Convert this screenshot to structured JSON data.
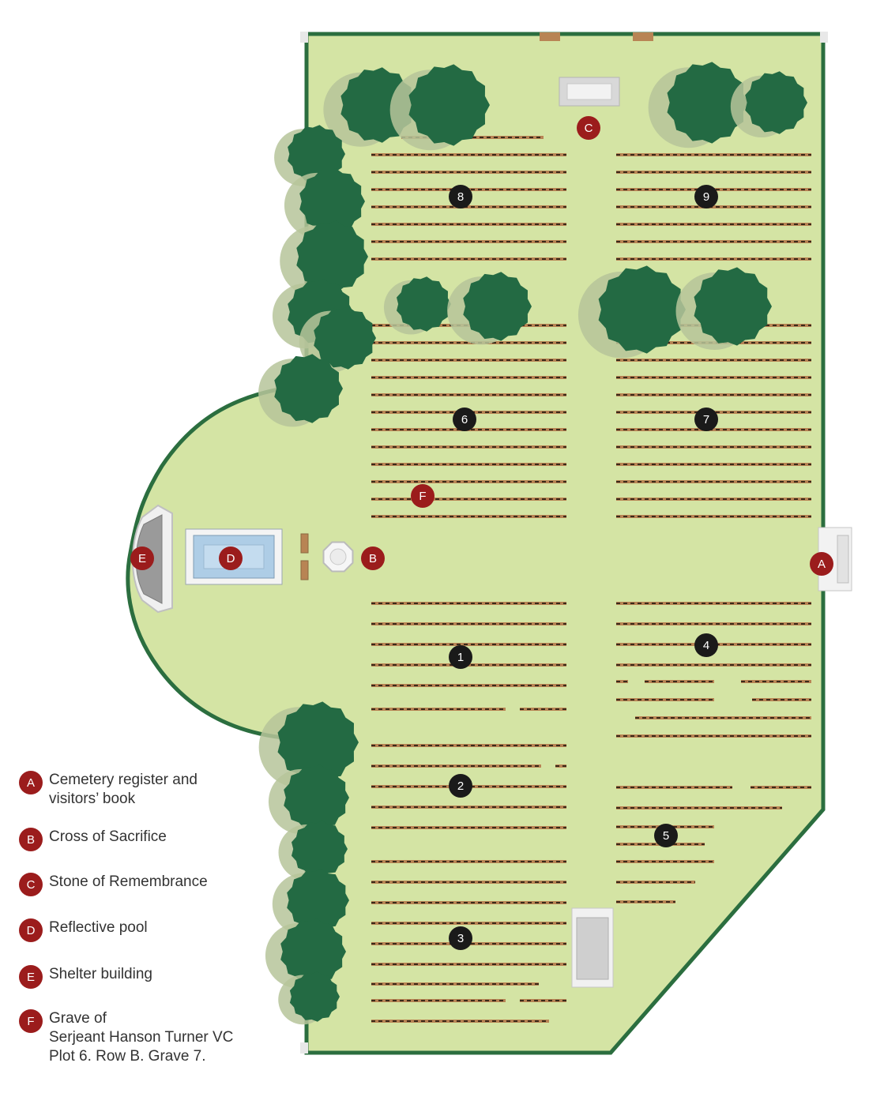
{
  "colors": {
    "lawn": "#d4e4a4",
    "hedge": "#2b6e3f",
    "tree": "#236a43",
    "tree_shadow": "#b6c49a",
    "grave_row": "#b88454",
    "marker_red": "#9b1c1c",
    "marker_black": "#1a1a1a",
    "pool_water": "#aecde6",
    "shelter": "#9a9a9a"
  },
  "plots": [
    "1",
    "2",
    "3",
    "4",
    "5",
    "6",
    "7",
    "8",
    "9"
  ],
  "features": {
    "A": {
      "letter": "A",
      "icon": "register-box-icon"
    },
    "B": {
      "letter": "B",
      "icon": "cross-of-sacrifice-icon"
    },
    "C": {
      "letter": "C",
      "icon": "stone-of-remembrance-icon"
    },
    "D": {
      "letter": "D",
      "icon": "reflective-pool-icon"
    },
    "E": {
      "letter": "E",
      "icon": "shelter-building-icon"
    },
    "F": {
      "letter": "F",
      "icon": "grave-marker-icon"
    }
  },
  "legend": [
    {
      "letter": "A",
      "lines": [
        "Cemetery register and",
        "visitors’ book"
      ]
    },
    {
      "letter": "B",
      "lines": [
        "Cross of Sacrifice"
      ]
    },
    {
      "letter": "C",
      "lines": [
        "Stone of Remembrance"
      ]
    },
    {
      "letter": "D",
      "lines": [
        "Reflective pool"
      ]
    },
    {
      "letter": "E",
      "lines": [
        "Shelter building"
      ]
    },
    {
      "letter": "F",
      "lines": [
        "Grave of",
        "Serjeant Hanson Turner VC",
        "Plot 6. Row B. Grave 7."
      ]
    }
  ]
}
